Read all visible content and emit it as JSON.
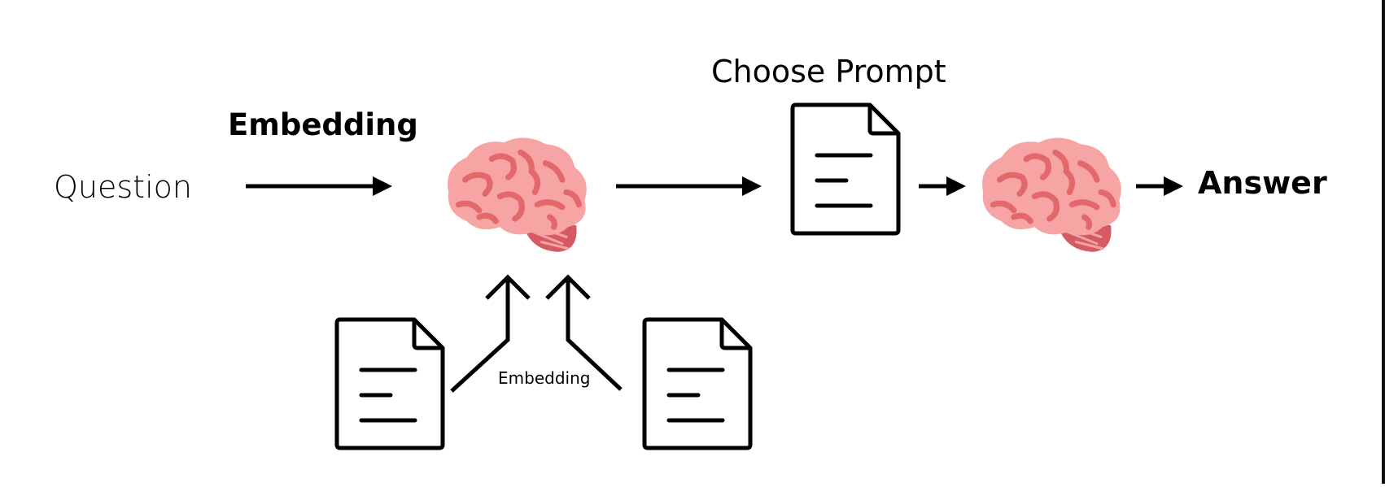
{
  "diagram": {
    "labels": {
      "question": "Question",
      "embedding_top": "Embedding",
      "choose_prompt": "Choose Prompt",
      "answer": "Answer",
      "embedding_bottom": "Embedding"
    },
    "colors": {
      "ink": "#000000",
      "brain_base": "#f7a4a4",
      "brain_fold": "#e2686c",
      "brain_stem": "#d65a63",
      "frame": "#111111"
    },
    "icons": {
      "brain": "brain-icon",
      "document": "document-icon",
      "arrow": "arrow-icon"
    }
  }
}
